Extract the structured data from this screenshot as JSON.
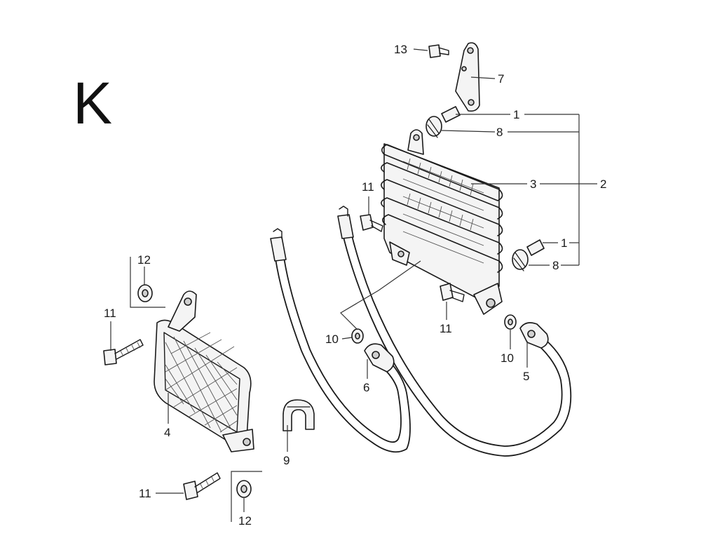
{
  "diagram": {
    "section_letter": "K",
    "callouts": {
      "c1a": "1",
      "c1b": "1",
      "c2": "2",
      "c3": "3",
      "c4": "4",
      "c5": "5",
      "c6": "6",
      "c7": "7",
      "c8a": "8",
      "c8b": "8",
      "c9": "9",
      "c10a": "10",
      "c10b": "10",
      "c11a": "11",
      "c11b": "11",
      "c11c": "11",
      "c11d": "11",
      "c12a": "12",
      "c12b": "12",
      "c13": "13"
    }
  }
}
